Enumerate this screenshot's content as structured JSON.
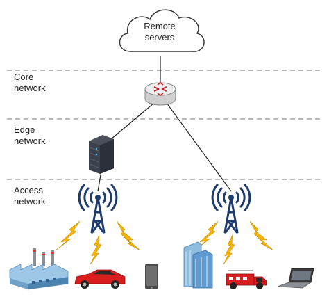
{
  "cloud": {
    "line1": "Remote",
    "line2": "servers"
  },
  "layers": {
    "core": {
      "line1": "Core",
      "line2": "network"
    },
    "edge": {
      "line1": "Edge",
      "line2": "network"
    },
    "access": {
      "line1": "Access",
      "line2": "network"
    }
  },
  "colors": {
    "dash": "#777777",
    "tower": "#1d3b6e",
    "bolt": "#f5b400",
    "router": "#e8e8e8",
    "router_arrows": "#c8202a",
    "server": "#2b2f38",
    "car": "#d81e1e",
    "truck": "#d81e1e",
    "building": "#6fa8dc"
  },
  "icons": [
    "cloud-icon",
    "router-icon",
    "server-icon",
    "tower-icon",
    "factory-icon",
    "car-icon",
    "phone-icon",
    "buildings-icon",
    "fire-truck-icon",
    "laptop-icon",
    "lightning-icon"
  ]
}
